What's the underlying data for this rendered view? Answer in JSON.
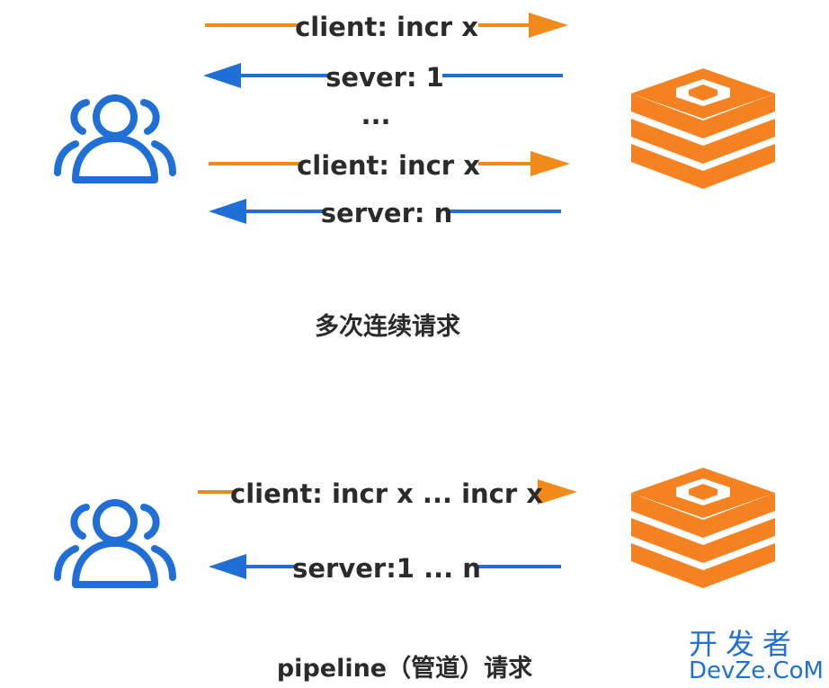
{
  "colors": {
    "client_arrow": "#f08a1a",
    "server_arrow": "#1f6fd6",
    "user_icon": "#1f6fd6",
    "server_icon": "#f58220",
    "text": "#2b2b2b"
  },
  "icons": {
    "client": "users-group-icon",
    "server": "redis-stack-icon"
  },
  "section1": {
    "messages": [
      "client: incr x",
      "sever: 1",
      "client: incr x",
      "server: n"
    ],
    "ellipsis": "...",
    "caption": "多次连续请求"
  },
  "section2": {
    "messages": [
      "client: incr x ... incr x",
      "server:1 ... n"
    ],
    "caption": "pipeline（管道）请求"
  },
  "watermark": {
    "line1": "开发者",
    "line2": "DevZe.CoM"
  }
}
